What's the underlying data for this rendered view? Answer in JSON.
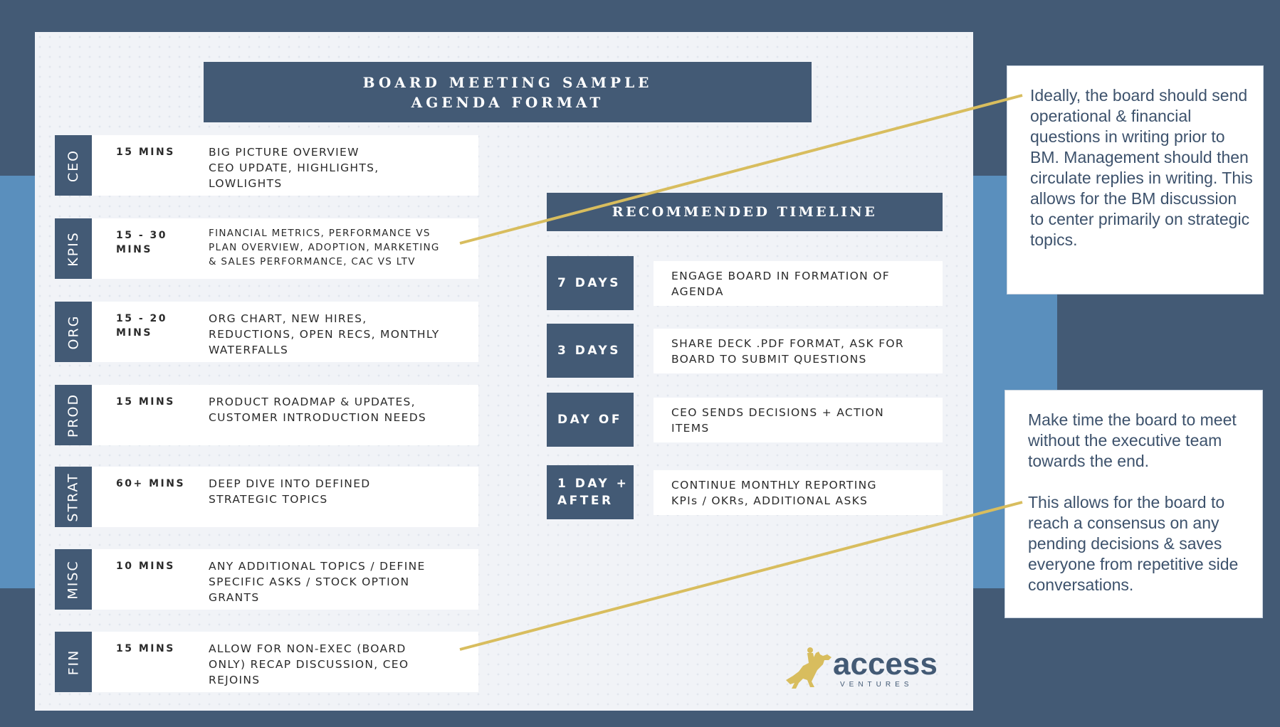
{
  "title": {
    "line1": "BOARD MEETING SAMPLE",
    "line2": "AGENDA FORMAT"
  },
  "agenda": [
    {
      "tag": "CEO",
      "duration": "15 MINS",
      "description": "BIG PICTURE OVERVIEW\nCEO UPDATE, HIGHLIGHTS,\nLOWLIGHTS"
    },
    {
      "tag": "KPIS",
      "duration": "15 - 30\nMINS",
      "description": "FINANCIAL METRICS, PERFORMANCE VS\nPLAN OVERVIEW, ADOPTION, MARKETING\n& SALES PERFORMANCE, CAC VS LTV"
    },
    {
      "tag": "ORG",
      "duration": "15 - 20\nMINS",
      "description": "ORG CHART, NEW HIRES,\nREDUCTIONS, OPEN RECS, MONTHLY\nWATERFALLS"
    },
    {
      "tag": "PROD",
      "duration": "15 MINS",
      "description": "PRODUCT ROADMAP & UPDATES,\nCUSTOMER INTRODUCTION NEEDS"
    },
    {
      "tag": "STRAT",
      "duration": "60+ MINS",
      "description": "DEEP DIVE INTO DEFINED\nSTRATEGIC TOPICS"
    },
    {
      "tag": "MISC",
      "duration": "10 MINS",
      "description": "ANY ADDITIONAL TOPICS / DEFINE\nSPECIFIC ASKS / STOCK OPTION\nGRANTS"
    },
    {
      "tag": "FIN",
      "duration": "15 MINS",
      "description": "ALLOW FOR NON-EXEC (BOARD\nONLY) RECAP DISCUSSION, CEO\nREJOINS"
    }
  ],
  "timeline": {
    "heading": "RECOMMENDED TIMELINE",
    "items": [
      {
        "label": "7 DAYS",
        "description": "ENGAGE BOARD IN FORMATION OF\nAGENDA"
      },
      {
        "label": "3 DAYS",
        "description": "SHARE DECK .PDF FORMAT, ASK FOR\nBOARD TO SUBMIT QUESTIONS"
      },
      {
        "label": "DAY OF",
        "description": "CEO SENDS DECISIONS + ACTION\nITEMS"
      },
      {
        "label": "1 DAY +\nAFTER",
        "description": "CONTINUE MONTHLY REPORTING\n KPIs / OKRs, ADDITIONAL ASKS"
      }
    ]
  },
  "notes": {
    "note1": "Ideally, the board should send operational & financial questions  in writing prior to BM. Management should then circulate replies  in writing. This allows for the BM discussion to center primarily on strategic topics.",
    "note2_p1": "Make time the board to meet without the executive team towards the end.",
    "note2_p2": "This allows for the  board to reach a consensus on any pending decisions  & saves everyone from repetitive side  conversations."
  },
  "logo": {
    "word": "access",
    "sub": "VENTURES",
    "icon": "horse-rider-logo-icon"
  },
  "colors": {
    "navy": "#435a75",
    "blue_band": "#5a8fbd",
    "gold": "#d8bd5e",
    "slide_bg": "#f1f3f7"
  }
}
